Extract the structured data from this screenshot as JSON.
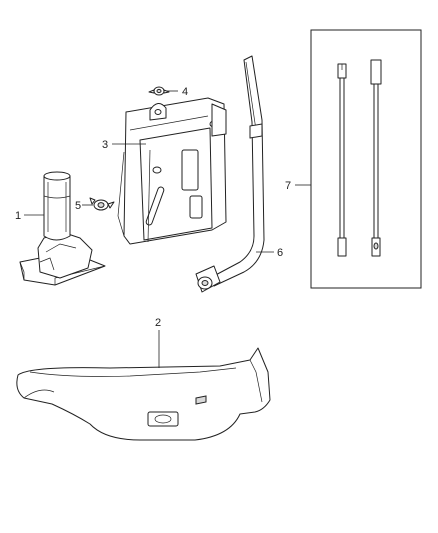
{
  "callouts": [
    {
      "id": "1",
      "label": "1"
    },
    {
      "id": "2",
      "label": "2"
    },
    {
      "id": "3",
      "label": "3"
    },
    {
      "id": "4",
      "label": "4"
    },
    {
      "id": "5",
      "label": "5"
    },
    {
      "id": "6",
      "label": "6"
    },
    {
      "id": "7",
      "label": "7"
    }
  ],
  "colors": {
    "line": "#222222",
    "shade": "#d9d9d9",
    "background": "#ffffff"
  }
}
